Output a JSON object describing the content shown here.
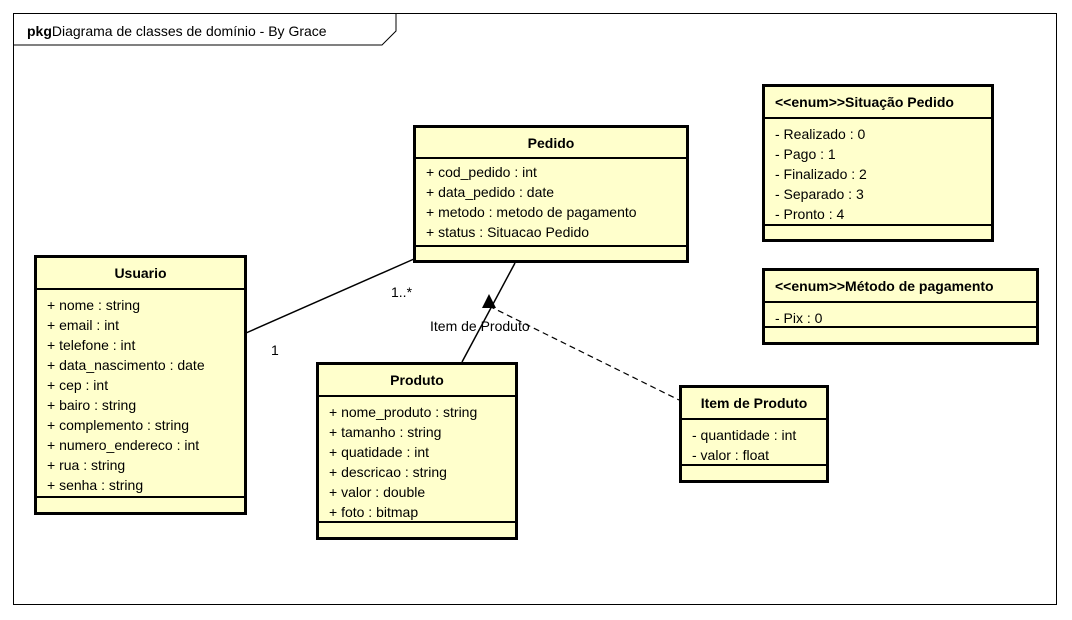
{
  "package": {
    "keyword": "pkg",
    "name": "Diagrama de classes de domínio - By Grace"
  },
  "classes": {
    "pedido": {
      "name": "Pedido",
      "attributes": [
        "+ cod_pedido : int",
        "+ data_pedido : date",
        "+ metodo : metodo de pagamento",
        "+ status : Situacao Pedido"
      ]
    },
    "usuario": {
      "name": "Usuario",
      "attributes": [
        "+ nome : string",
        "+ email : int",
        "+ telefone : int",
        "+ data_nascimento : date",
        "+ cep : int",
        "+ bairo : string",
        "+ complemento : string",
        "+ numero_endereco : int",
        "+ rua : string",
        "+ senha : string"
      ]
    },
    "produto": {
      "name": "Produto",
      "attributes": [
        "+ nome_produto : string",
        "+ tamanho : string",
        "+ quatidade : int",
        "+ descricao : string",
        "+ valor : double",
        "+ foto : bitmap"
      ]
    },
    "item_produto": {
      "name": "Item de Produto",
      "attributes": [
        "- quantidade : int",
        "- valor : float"
      ]
    },
    "situacao_pedido": {
      "name": "<<enum>>Situação Pedido",
      "attributes": [
        "- Realizado : 0",
        "- Pago : 1",
        "- Finalizado : 2",
        "- Separado : 3",
        "- Pronto : 4"
      ]
    },
    "metodo_pagamento": {
      "name": "<<enum>>Método de pagamento",
      "attributes": [
        "- Pix : 0"
      ]
    }
  },
  "associations": {
    "usuario_pedido": {
      "mult_pedido": "1..*",
      "mult_usuario": "1"
    },
    "pedido_produto": {
      "label": "Item de Produto"
    }
  }
}
